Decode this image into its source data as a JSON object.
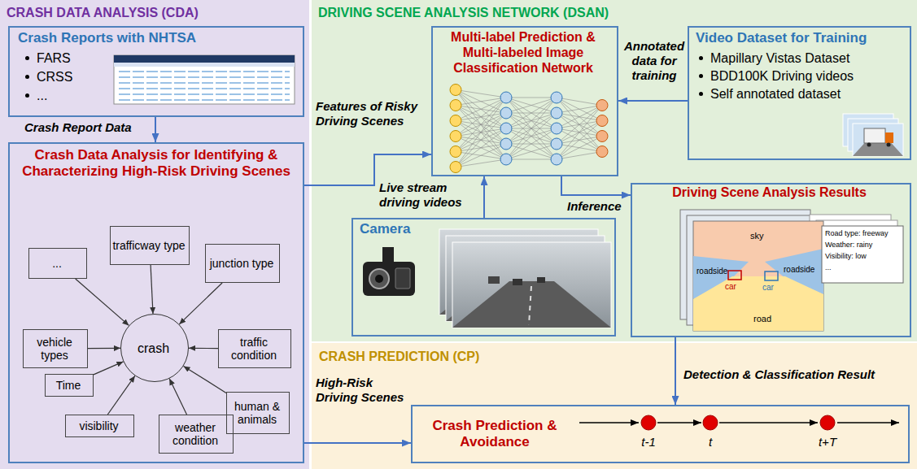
{
  "diagram": {
    "nodes": [
      {
        "text": [
          "CRASH DATA ANALYSIS (CDA)"
        ]
      },
      {
        "text": [
          "Crash Reports with NHTSA",
          "FARS",
          "CRSS",
          "..."
        ],
        "in": 0
      },
      {
        "text": [
          "Crash Data Analysis for Identifying & Characterizing High-Risk Driving Scenes"
        ],
        "in": 0
      },
      {
        "text": [
          "crash"
        ],
        "in": 2
      },
      {
        "text": [
          "..."
        ],
        "in": 2
      },
      {
        "text": [
          "trafficway type"
        ],
        "in": 2
      },
      {
        "text": [
          "junction type"
        ],
        "in": 2
      },
      {
        "text": [
          "vehicle types"
        ],
        "in": 2
      },
      {
        "text": [
          "traffic condition"
        ],
        "in": 2
      },
      {
        "text": [
          "Time"
        ],
        "in": 2
      },
      {
        "text": [
          "human & animals"
        ],
        "in": 2
      },
      {
        "text": [
          "visibility"
        ],
        "in": 2
      },
      {
        "text": [
          "weather condition"
        ],
        "in": 2
      },
      {
        "text": [
          "DRIVING SCENE ANALYSIS NETWORK (DSAN)"
        ]
      },
      {
        "text": [
          "Multi-label Prediction & Multi-labeled Image Classification Network"
        ],
        "in": 13
      },
      {
        "text": [
          "Video Dataset for Training",
          "Mapillary Vistas Dataset",
          "BDD100K Driving videos",
          "Self annotated dataset"
        ],
        "in": 13
      },
      {
        "text": [
          "Camera"
        ],
        "in": 13
      },
      {
        "text": [
          "Driving Scene Analysis Results"
        ],
        "in": 13
      },
      {
        "text": [
          "CRASH PREDICTION (CP)"
        ]
      },
      {
        "text": [
          "Crash Prediction & Avoidance"
        ],
        "in": 18
      }
    ],
    "edges": [
      {
        "from": 1,
        "to": 2,
        "arrow": "to",
        "label": "Crash Report Data"
      },
      {
        "from": 2,
        "to": 14,
        "arrow": "to",
        "label": "Features of Risky Driving Scenes"
      },
      {
        "from": 15,
        "to": 14,
        "arrow": "to",
        "label": "Annotated data for training"
      },
      {
        "from": 16,
        "to": 14,
        "arrow": "to",
        "label": "Live stream driving videos"
      },
      {
        "from": 14,
        "to": 17,
        "arrow": "to",
        "label": "Inference"
      },
      {
        "from": 17,
        "to": 19,
        "arrow": "to",
        "label": "Detection & Classification Result"
      },
      {
        "from": 2,
        "to": 19,
        "arrow": "to",
        "label": "High-Risk Driving Scenes"
      },
      {
        "from": 4,
        "to": 3,
        "arrow": "to"
      },
      {
        "from": 5,
        "to": 3,
        "arrow": "to"
      },
      {
        "from": 6,
        "to": 3,
        "arrow": "to"
      },
      {
        "from": 7,
        "to": 3,
        "arrow": "to"
      },
      {
        "from": 8,
        "to": 3,
        "arrow": "to"
      },
      {
        "from": 9,
        "to": 3,
        "arrow": "to"
      },
      {
        "from": 10,
        "to": 3,
        "arrow": "to"
      },
      {
        "from": 11,
        "to": 3,
        "arrow": "to"
      },
      {
        "from": 12,
        "to": 3,
        "arrow": "to"
      }
    ],
    "labels": [
      "sky",
      "roadside",
      "roadside",
      "car",
      "car",
      "road",
      "Road type: freeway",
      "Weather: rainy",
      "Visibility: low",
      "...",
      "t-1",
      "t",
      "t+T"
    ]
  }
}
